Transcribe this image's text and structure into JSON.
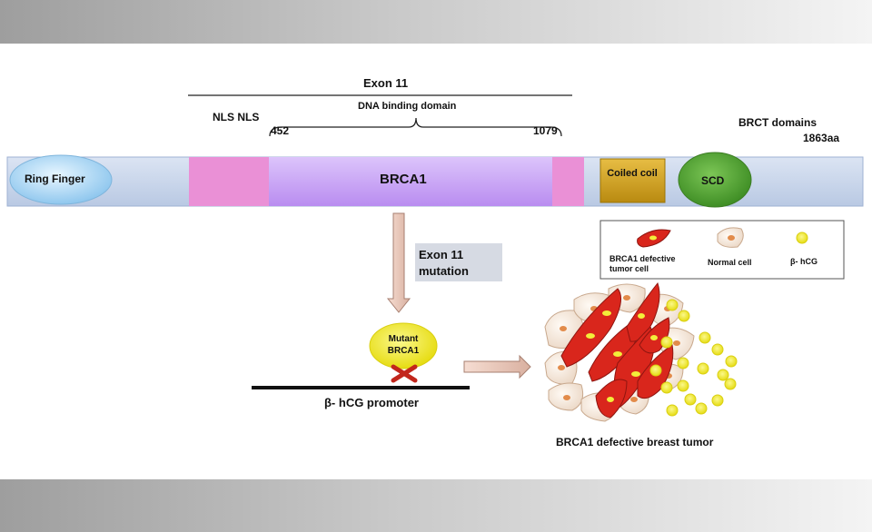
{
  "header": {
    "exon11": "Exon 11",
    "dna_binding": "DNA binding domain",
    "nls": "NLS NLS",
    "pos_start": "452",
    "pos_end": "1079",
    "brct": "BRCT domains",
    "length": "1863aa"
  },
  "protein_bar": {
    "ring_finger": "Ring Finger",
    "brca1": "BRCA1",
    "coiled_coil": "Coiled coil",
    "scd": "SCD"
  },
  "legend": {
    "defective_cell": "BRCA1 defective tumor cell",
    "normal_cell": "Normal cell",
    "hcg": "β- hCG"
  },
  "mutation_label": "Exon 11 mutation",
  "mutant_label": "Mutant BRCA1",
  "promoter_label": "β- hCG promoter",
  "tumor_label": "BRCA1 defective breast tumor",
  "colors": {
    "bar": "#c9d6ec",
    "pink": "#e98ed6",
    "purple": "#c59cf4",
    "gold": "#d4a520",
    "green": "#63ad3e",
    "ring": "#bfe3ff",
    "red": "#d9261c",
    "yellow": "#f3ee3a"
  }
}
